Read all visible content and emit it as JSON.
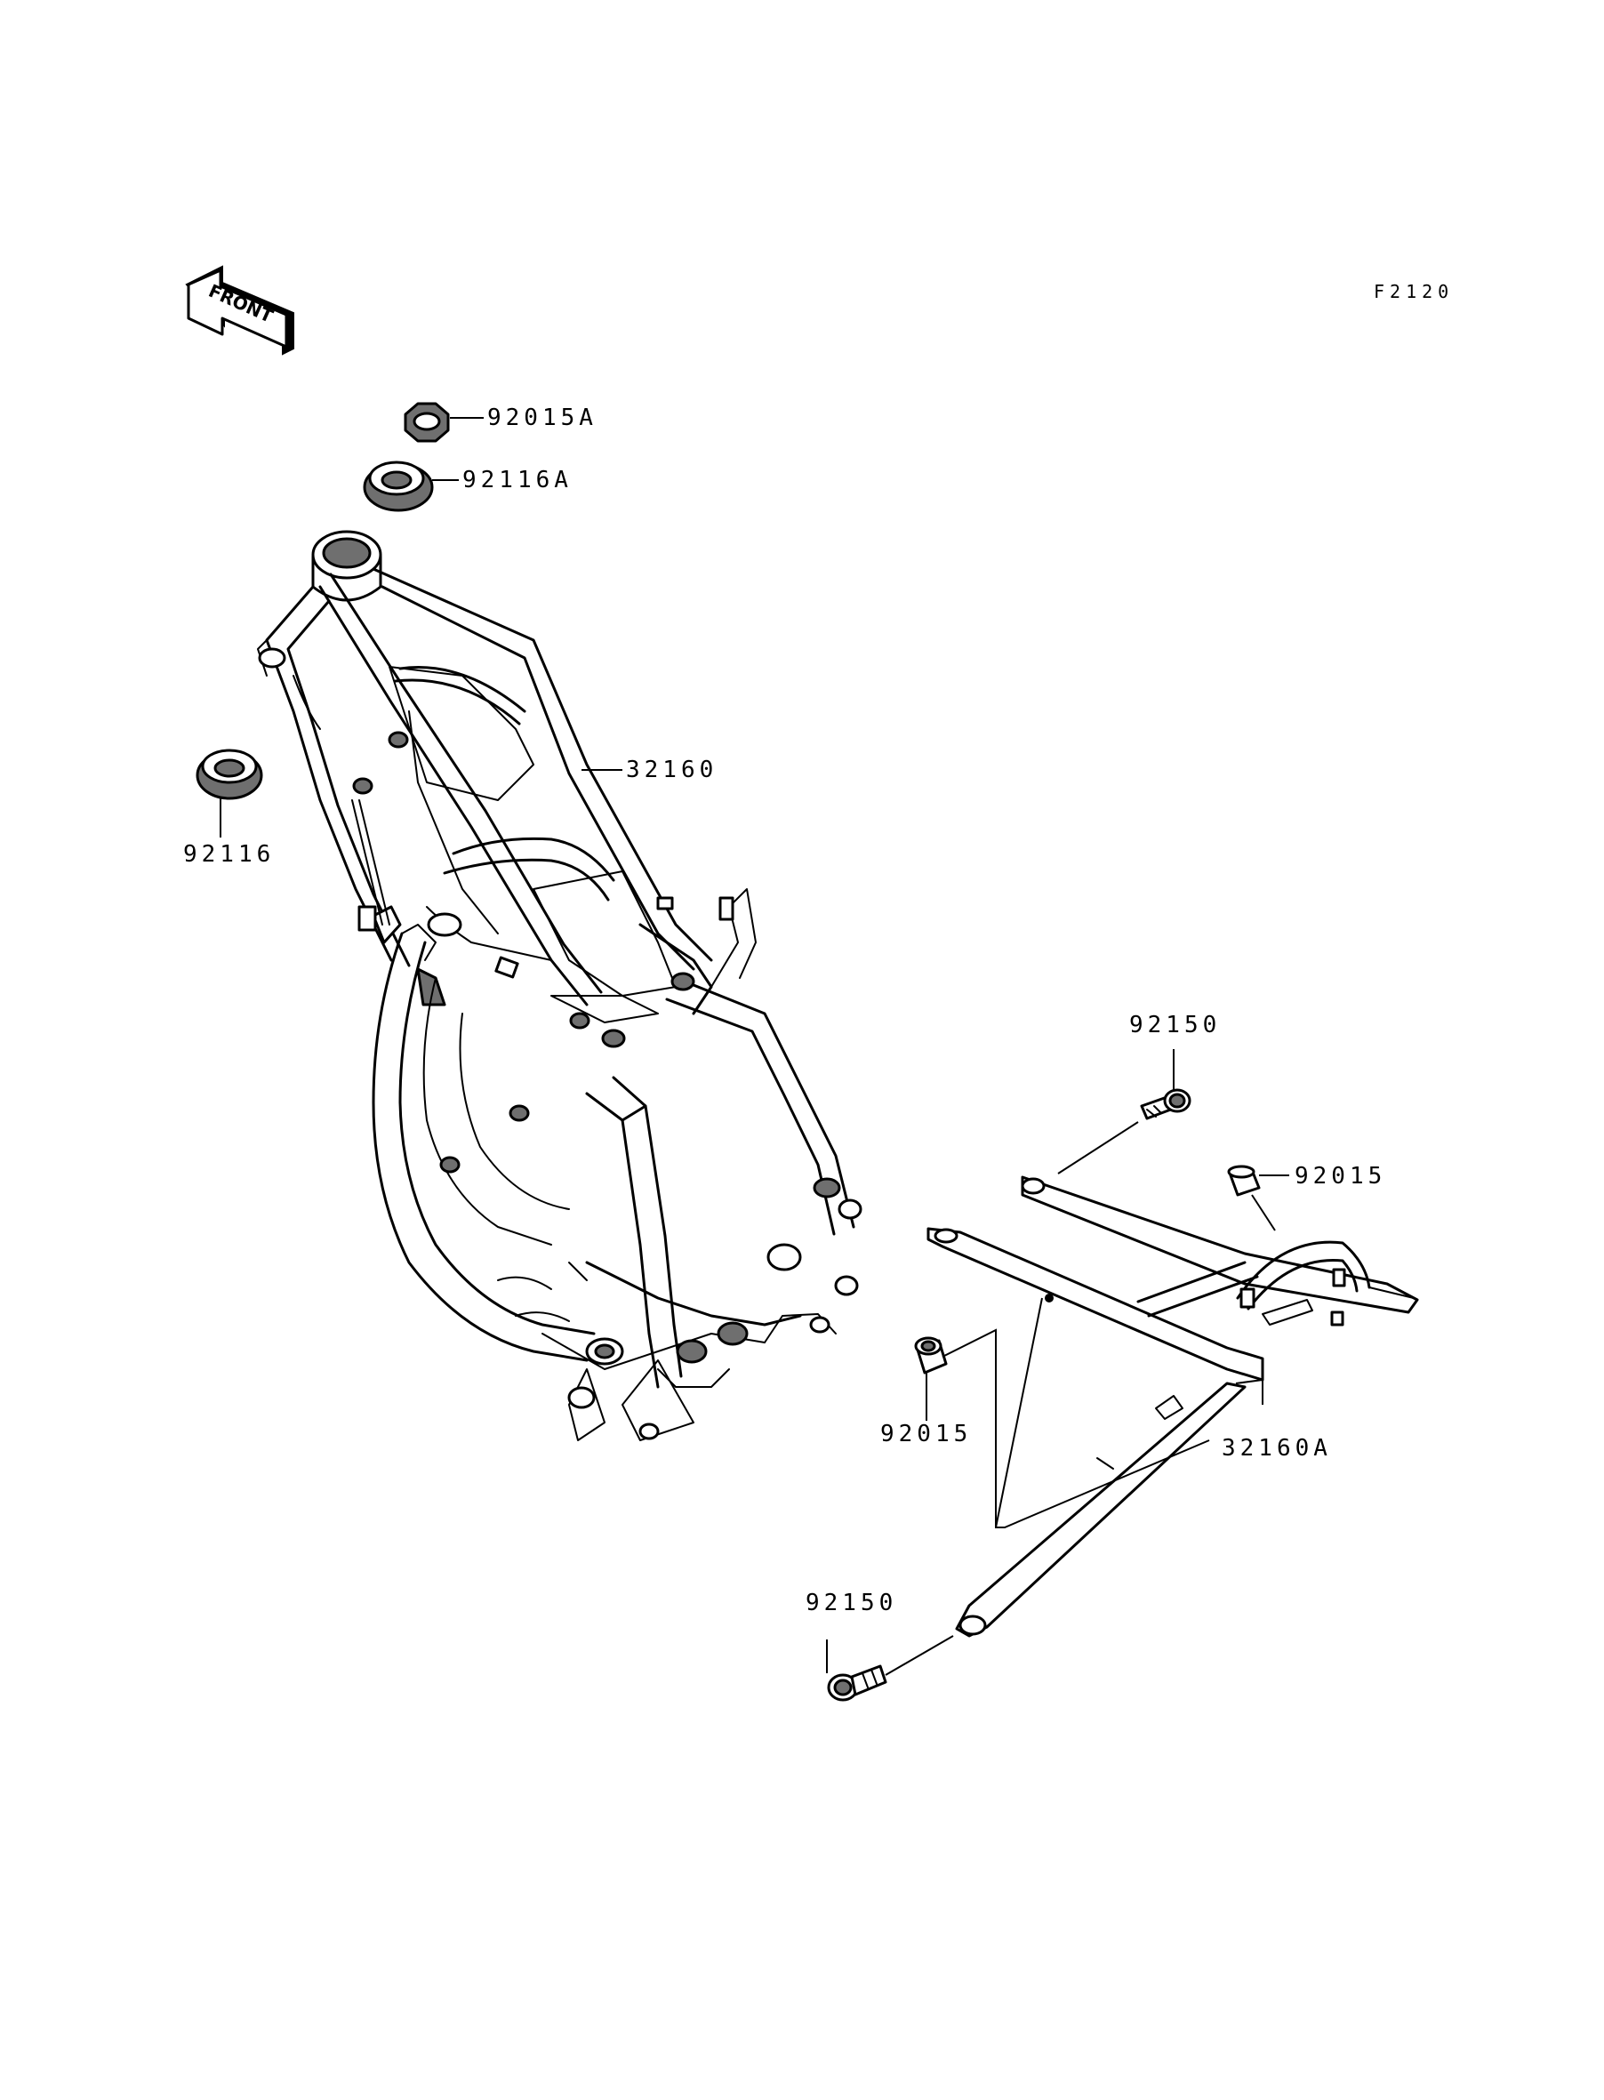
{
  "figure_code": "F2120",
  "front_arrow": {
    "text": "FRONT",
    "icon": "front-direction-arrow-icon"
  },
  "parts": {
    "p92015A": "92015A",
    "p92116A": "92116A",
    "p32160": "32160",
    "p92116": "92116",
    "p92150_top": "92150",
    "p92015_right": "92015",
    "p92015_left": "92015",
    "p32160A": "32160A",
    "p92150_bottom": "92150"
  }
}
